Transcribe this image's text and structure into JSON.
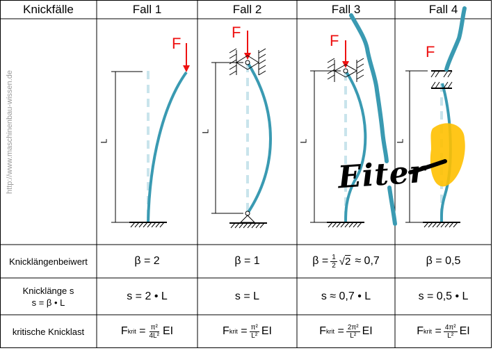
{
  "header": {
    "col0": "Knickfälle",
    "cases": [
      "Fall 1",
      "Fall 2",
      "Fall 3",
      "Fall 4"
    ]
  },
  "watermark": "http://www.maschinenbau-wissen.de",
  "diagram": {
    "force_label": "F",
    "length_label": "L",
    "scribble_text": "Eiter"
  },
  "rows": {
    "beiwert": {
      "label": "Knicklängenbeiwert",
      "values": [
        "β = 2",
        "β = 1",
        "≈ 0,7",
        "β = 0,5"
      ],
      "fall3_prefix": "β =",
      "fall3_frac_num": "1",
      "fall3_frac_den": "2",
      "fall3_root": "2"
    },
    "knicklaenge": {
      "label_line1": "Knicklänge s",
      "label_line2": "s = β • L",
      "values": [
        "s = 2 • L",
        "s = L",
        "s ≈ 0,7 • L",
        "s = 0,5 • L"
      ]
    },
    "knicklast": {
      "label": "kritische Knicklast",
      "F": "F",
      "sub": "krit",
      "eq": "=",
      "nums": [
        "π²",
        "π²",
        "2π²",
        "4π²"
      ],
      "dens": [
        "4L²",
        "L²",
        "L²",
        "L²"
      ],
      "EI": "EI"
    }
  },
  "colors": {
    "beam": "#3a9ab2",
    "force": "#ee1111",
    "dashed": "#c9e4ec",
    "highlight": "#ffc000",
    "grid": "#000000"
  }
}
